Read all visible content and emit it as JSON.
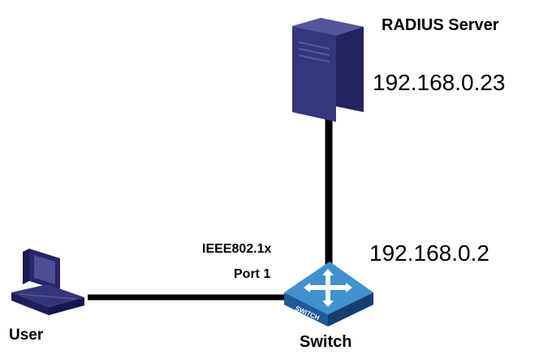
{
  "nodes": {
    "server": {
      "label": "RADIUS  Server",
      "ip": "192.168.0.23",
      "icon": "server-tower-icon"
    },
    "switch": {
      "label": "Switch",
      "ip": "192.168.0.2",
      "icon": "switch-icon",
      "badge": "SWITCH"
    },
    "user": {
      "label": "User",
      "icon": "desktop-computer-icon"
    }
  },
  "port": {
    "protocol": "IEEE802.1x",
    "name": "Port 1"
  },
  "colors": {
    "server_dark": "#2f2f72",
    "server_mid": "#4a4a92",
    "switch_top": "#3f88c8",
    "switch_side": "#1c4f8a",
    "computer": "#2e2e70",
    "link": "#000000"
  }
}
